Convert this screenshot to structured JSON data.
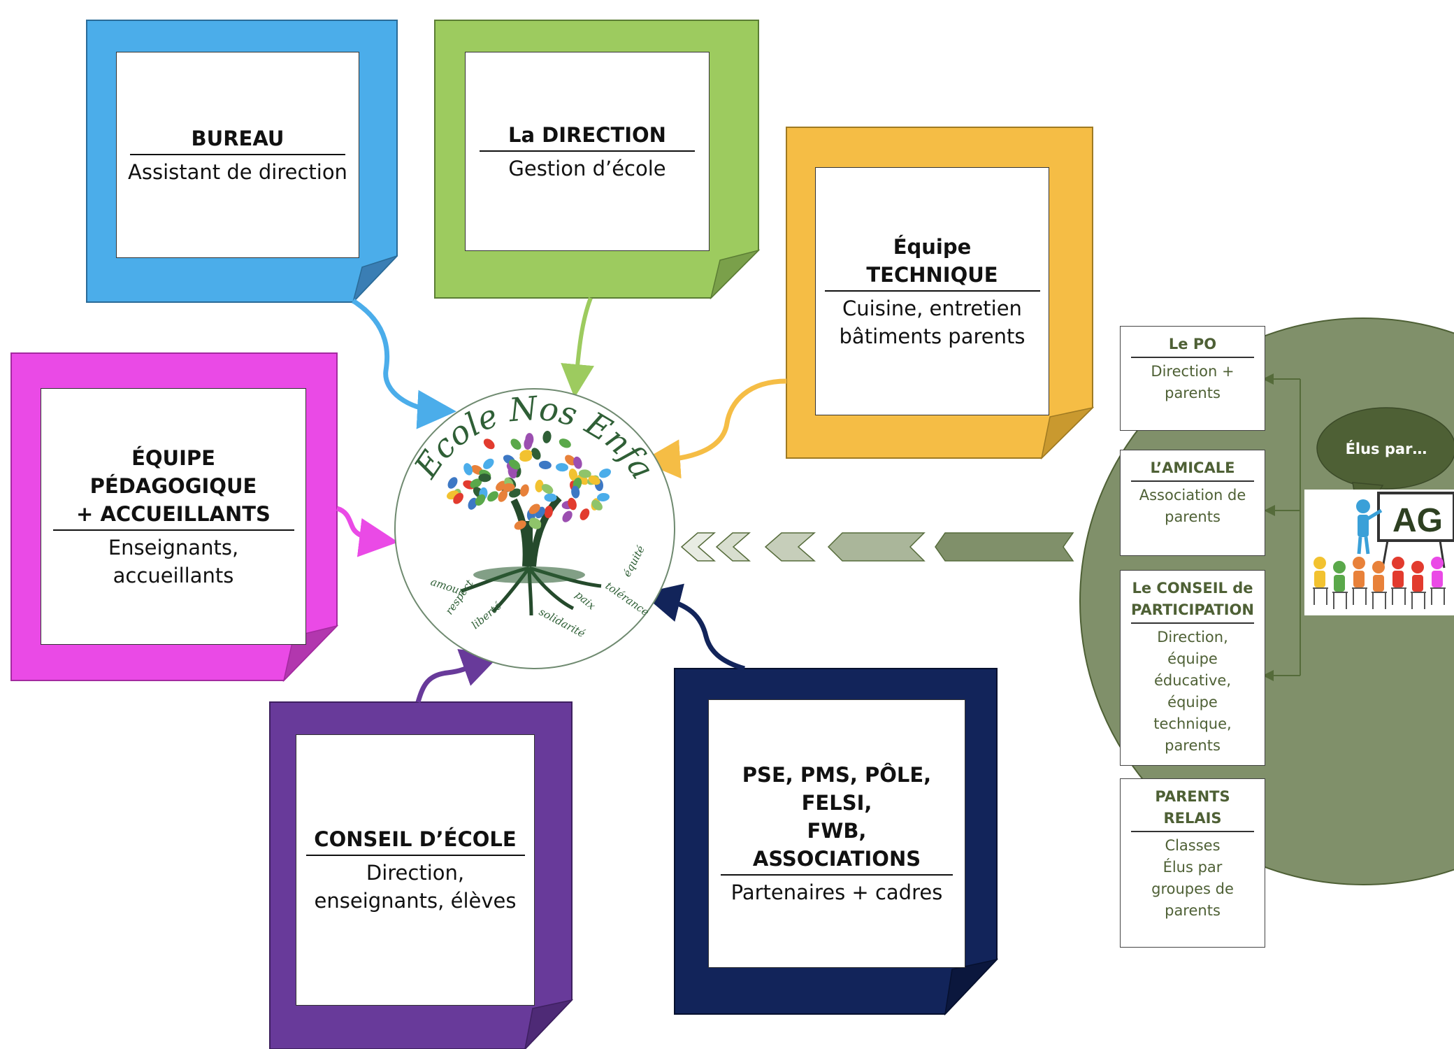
{
  "notes": {
    "bureau": {
      "title": "BUREAU",
      "subtitle": "Assistant de direction",
      "color": "#4badea"
    },
    "direction": {
      "title": "La DIRECTION",
      "subtitle": "Gestion d’école",
      "color": "#9dcb5f"
    },
    "technique": {
      "title": "Équipe TECHNIQUE",
      "subtitle_lines": [
        "Cuisine, entretien",
        "bâtiments parents"
      ],
      "color": "#f5bd45"
    },
    "pedagogique": {
      "title_lines": [
        "ÉQUIPE PÉDAGOGIQUE",
        "+ ACCUEILLANTS"
      ],
      "subtitle_lines": [
        "Enseignants,",
        "accueillants"
      ],
      "color": "#ea4ae6"
    },
    "conseil_ecole": {
      "title": "CONSEIL D’ÉCOLE",
      "subtitle_lines": [
        "Direction,",
        "enseignants, élèves"
      ],
      "color": "#683a9a"
    },
    "partenaires": {
      "title_lines": [
        "PSE, PMS, PÔLE, FELSI,",
        "FWB, ASSOCIATIONS"
      ],
      "subtitle": "Partenaires + cadres",
      "color": "#12245a"
    }
  },
  "logo": {
    "title": "Ecole Nos Enfants",
    "values": [
      "amour",
      "respect",
      "liberté",
      "solidarité",
      "paix",
      "tolérance",
      "équité"
    ]
  },
  "right_panel": {
    "circle_color": "#80906a",
    "boxes": [
      {
        "title": "Le PO",
        "lines": [
          "Direction +",
          "parents"
        ]
      },
      {
        "title": "L’AMICALE",
        "lines": [
          "Association de",
          "parents"
        ]
      },
      {
        "title_lines": [
          "Le CONSEIL de",
          "PARTICIPATION"
        ],
        "lines": [
          "Direction,",
          "équipe",
          "éducative,",
          "équipe",
          "technique,",
          "parents"
        ]
      },
      {
        "title_lines": [
          "PARENTS",
          "RELAIS"
        ],
        "lines": [
          "Classes",
          "Élus par",
          "groupes de",
          "parents"
        ]
      }
    ],
    "speech_bubble": "Élus par…",
    "board_label": "AG"
  }
}
